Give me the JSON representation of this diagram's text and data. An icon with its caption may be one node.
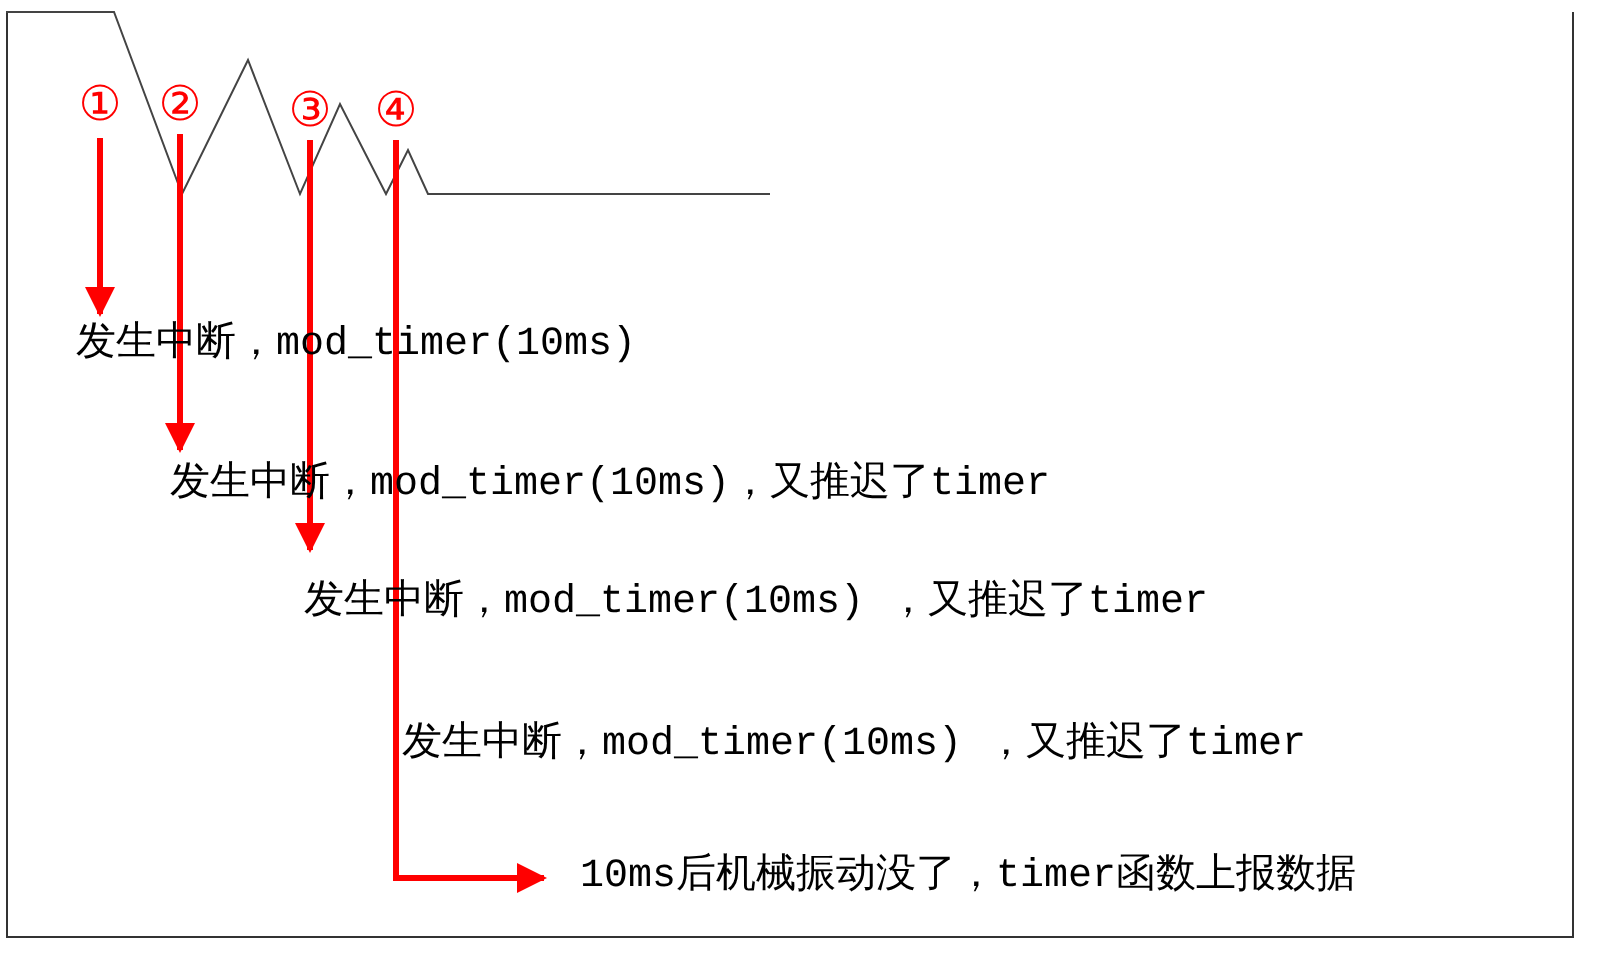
{
  "diagram": {
    "nodes": [
      {
        "text": [
          "①"
        ]
      },
      {
        "text": [
          "②"
        ]
      },
      {
        "text": [
          "③"
        ]
      },
      {
        "text": [
          "④"
        ]
      },
      {
        "text": [
          "发生中断，mod_timer(10ms)"
        ]
      },
      {
        "text": [
          "发生中断，mod_timer(10ms)，又推迟了timer"
        ]
      },
      {
        "text": [
          "发生中断，mod_timer(10ms) ，又推迟了timer"
        ]
      },
      {
        "text": [
          "发生中断，mod_timer(10ms) ，又推迟了timer"
        ]
      },
      {
        "text": [
          "10ms后机械振动没了，timer函数上报数据"
        ]
      }
    ],
    "edges": [
      {
        "from": 0,
        "to": 4,
        "arrow": "to",
        "color": "#ff0000"
      },
      {
        "from": 1,
        "to": 5,
        "arrow": "to",
        "color": "#ff0000"
      },
      {
        "from": 2,
        "to": 6,
        "arrow": "to",
        "color": "#ff0000"
      },
      {
        "from": 3,
        "to": 8,
        "arrow": "to",
        "color": "#ff0000"
      }
    ]
  }
}
